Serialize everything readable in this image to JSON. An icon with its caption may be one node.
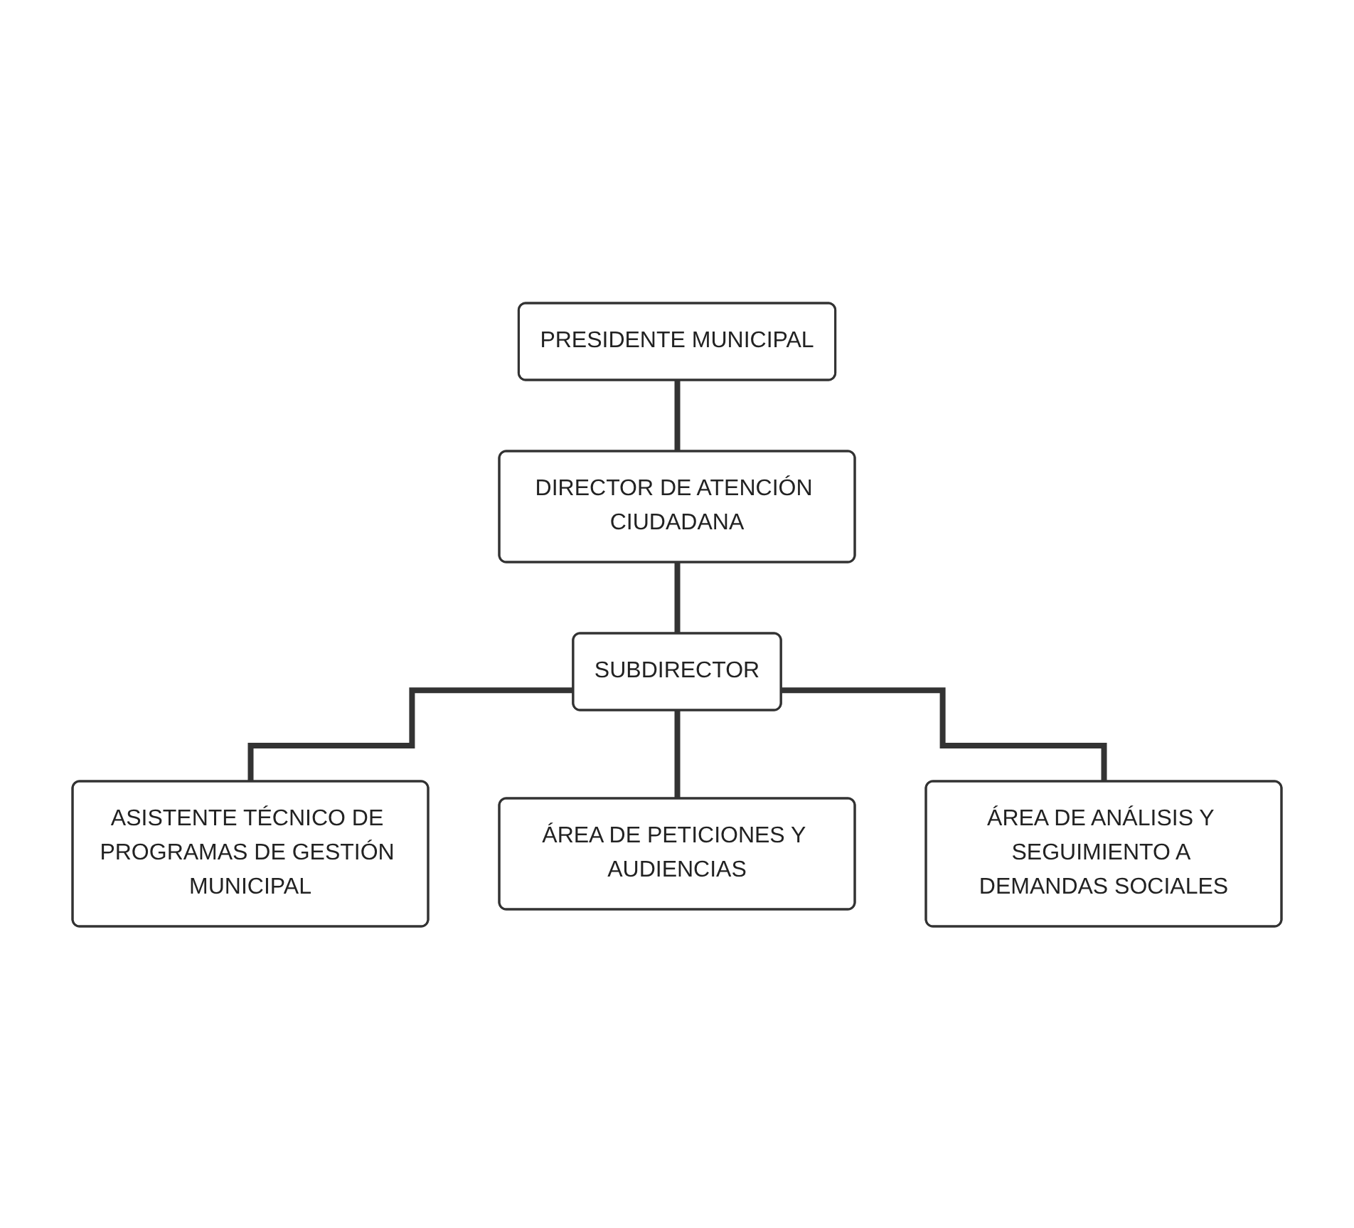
{
  "diagram": {
    "nodes": [
      {
        "text": [
          "PRESIDENTE MUNICIPAL"
        ]
      },
      {
        "text": [
          "DIRECTOR DE ATENCIÓN CIUDADANA"
        ]
      },
      {
        "text": [
          "SUBDIRECTOR"
        ]
      },
      {
        "text": [
          "ASISTENTE TÉCNICO DE PROGRAMAS DE GESTIÓN MUNICIPAL"
        ]
      },
      {
        "text": [
          "ÁREA DE PETICIONES Y AUDIENCIAS"
        ]
      },
      {
        "text": [
          "ÁREA DE ANÁLISIS Y SEGUIMIENTO A DEMANDAS SOCIALES"
        ]
      }
    ],
    "edges": [
      {
        "from": 0,
        "to": 1,
        "arrow": "none"
      },
      {
        "from": 1,
        "to": 2,
        "arrow": "none"
      },
      {
        "from": 2,
        "to": 3,
        "arrow": "none"
      },
      {
        "from": 2,
        "to": 4,
        "arrow": "none"
      },
      {
        "from": 2,
        "to": 5,
        "arrow": "none"
      }
    ]
  }
}
